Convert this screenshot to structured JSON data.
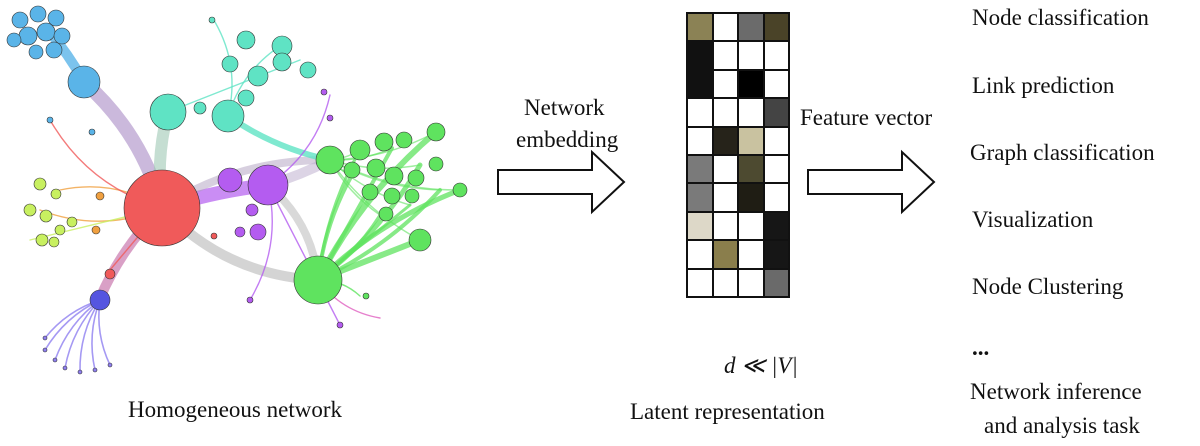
{
  "left_caption": "Homogeneous network",
  "embedding_label": [
    "Network",
    "embedding"
  ],
  "feature_label": "Feature vector",
  "formula": "d ≪ |V|",
  "middle_caption": "Latent representation",
  "tasks": [
    "Node classification",
    "Link prediction",
    "Graph classification",
    "Visualization",
    "Node Clustering",
    "..."
  ],
  "task_caption": [
    "Network inference",
    "and analysis task"
  ],
  "matrix": {
    "rows": 10,
    "cols": 4,
    "cell_colors": [
      [
        "#8b8255",
        "#ffffff",
        "#6b6b6b",
        "#4a4328"
      ],
      [
        "#111111",
        "#ffffff",
        "#ffffff",
        "#ffffff"
      ],
      [
        "#111111",
        "#ffffff",
        "#000000",
        "#ffffff"
      ],
      [
        "#ffffff",
        "#ffffff",
        "#ffffff",
        "#444444"
      ],
      [
        "#ffffff",
        "#26231a",
        "#c9c2a0",
        "#ffffff"
      ],
      [
        "#7a7a7a",
        "#ffffff",
        "#4d4a30",
        "#ffffff"
      ],
      [
        "#7a7a7a",
        "#ffffff",
        "#1f1d14",
        "#ffffff"
      ],
      [
        "#ddd8c8",
        "#ffffff",
        "#ffffff",
        "#161616"
      ],
      [
        "#ffffff",
        "#8a7e4c",
        "#ffffff",
        "#161616"
      ],
      [
        "#ffffff",
        "#ffffff",
        "#ffffff",
        "#6a6a6a"
      ]
    ]
  },
  "colors": {
    "community_blue": "#5ab4e8",
    "community_teal": "#5fe3c4",
    "community_green": "#5fe35f",
    "community_purple": "#b45cf0",
    "community_red": "#f05a5a",
    "community_lime": "#c8f060",
    "community_orange": "#f0a040",
    "community_indigo": "#5555e0"
  }
}
